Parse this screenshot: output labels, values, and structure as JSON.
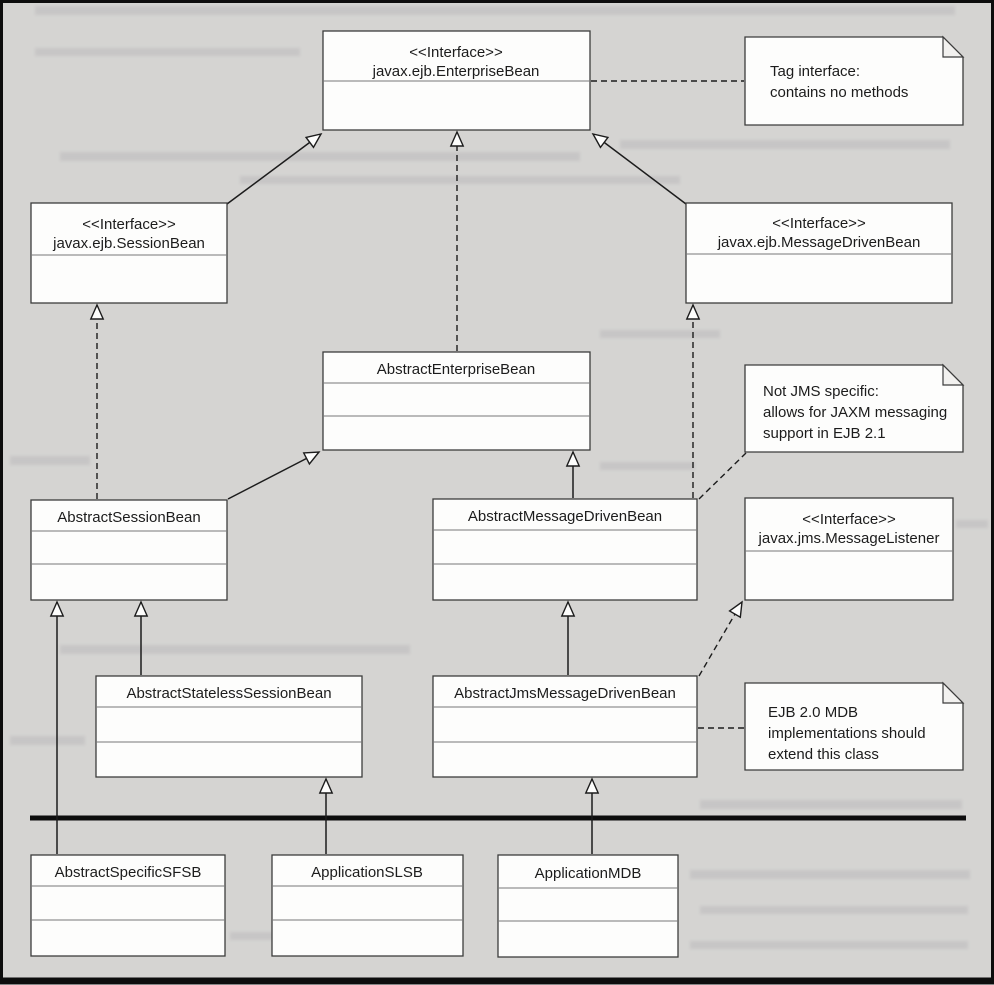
{
  "page": {
    "background_color": "#d5d4d2",
    "frame_color": "#0d0d0d",
    "box_fill": "#fdfdfc",
    "box_border": "#3c3c3c",
    "line_color": "#1c1c1c"
  },
  "diagram": {
    "type": "uml-class-diagram",
    "classes": [
      {
        "stereotype": "<<Interface>>",
        "name": "javax.ejb.EnterpriseBean",
        "empty_compartments": 1
      },
      {
        "stereotype": "<<Interface>>",
        "name": "javax.ejb.SessionBean",
        "empty_compartments": 1
      },
      {
        "stereotype": "<<Interface>>",
        "name": "javax.ejb.MessageDrivenBean",
        "empty_compartments": 1
      },
      {
        "stereotype": "",
        "name": "AbstractEnterpriseBean",
        "empty_compartments": 2
      },
      {
        "stereotype": "",
        "name": "AbstractSessionBean",
        "empty_compartments": 2
      },
      {
        "stereotype": "",
        "name": "AbstractMessageDrivenBean",
        "empty_compartments": 2
      },
      {
        "stereotype": "<<Interface>>",
        "name": "javax.jms.MessageListener",
        "empty_compartments": 1
      },
      {
        "stereotype": "",
        "name": "AbstractStatelessSessionBean",
        "empty_compartments": 2
      },
      {
        "stereotype": "",
        "name": "AbstractJmsMessageDrivenBean",
        "empty_compartments": 2
      },
      {
        "stereotype": "",
        "name": "AbstractSpecificSFSB",
        "empty_compartments": 2
      },
      {
        "stereotype": "",
        "name": "ApplicationSLSB",
        "empty_compartments": 2
      },
      {
        "stereotype": "",
        "name": "ApplicationMDB",
        "empty_compartments": 2
      }
    ],
    "notes": [
      {
        "attached_to": "javax.ejb.EnterpriseBean",
        "line1": "Tag interface:",
        "line2": "contains no methods",
        "line3": ""
      },
      {
        "attached_to": "AbstractMessageDrivenBean",
        "line1": "Not JMS specific:",
        "line2": "allows for JAXM messaging",
        "line3": "support in EJB 2.1"
      },
      {
        "attached_to": "AbstractJmsMessageDrivenBean",
        "line1": "EJB 2.0 MDB",
        "line2": "implementations should",
        "line3": "extend this class"
      }
    ],
    "relationships": [
      {
        "from": "javax.ejb.SessionBean",
        "to": "javax.ejb.EnterpriseBean",
        "type": "generalization"
      },
      {
        "from": "javax.ejb.MessageDrivenBean",
        "to": "javax.ejb.EnterpriseBean",
        "type": "generalization"
      },
      {
        "from": "AbstractEnterpriseBean",
        "to": "javax.ejb.EnterpriseBean",
        "type": "realization"
      },
      {
        "from": "AbstractSessionBean",
        "to": "javax.ejb.SessionBean",
        "type": "realization"
      },
      {
        "from": "AbstractSessionBean",
        "to": "AbstractEnterpriseBean",
        "type": "generalization"
      },
      {
        "from": "AbstractMessageDrivenBean",
        "to": "javax.ejb.MessageDrivenBean",
        "type": "realization"
      },
      {
        "from": "AbstractMessageDrivenBean",
        "to": "AbstractEnterpriseBean",
        "type": "generalization"
      },
      {
        "from": "AbstractStatelessSessionBean",
        "to": "AbstractSessionBean",
        "type": "generalization"
      },
      {
        "from": "AbstractJmsMessageDrivenBean",
        "to": "AbstractMessageDrivenBean",
        "type": "generalization"
      },
      {
        "from": "AbstractJmsMessageDrivenBean",
        "to": "javax.jms.MessageListener",
        "type": "realization"
      },
      {
        "from": "AbstractSpecificSFSB",
        "to": "AbstractSessionBean",
        "type": "generalization"
      },
      {
        "from": "ApplicationSLSB",
        "to": "AbstractStatelessSessionBean",
        "type": "generalization"
      },
      {
        "from": "ApplicationMDB",
        "to": "AbstractJmsMessageDrivenBean",
        "type": "generalization"
      }
    ]
  }
}
